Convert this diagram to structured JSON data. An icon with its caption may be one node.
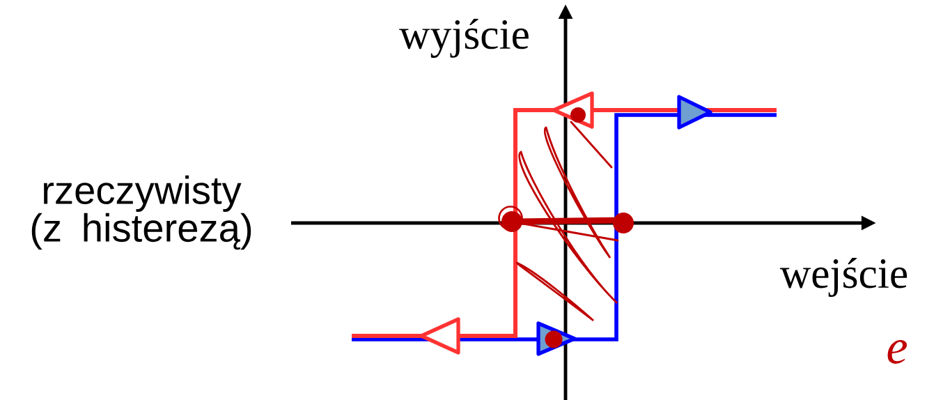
{
  "diagram": {
    "labels": [
      "wyjście",
      "rzeczywisty (z histerezą)",
      "wejście",
      "e"
    ]
  }
}
